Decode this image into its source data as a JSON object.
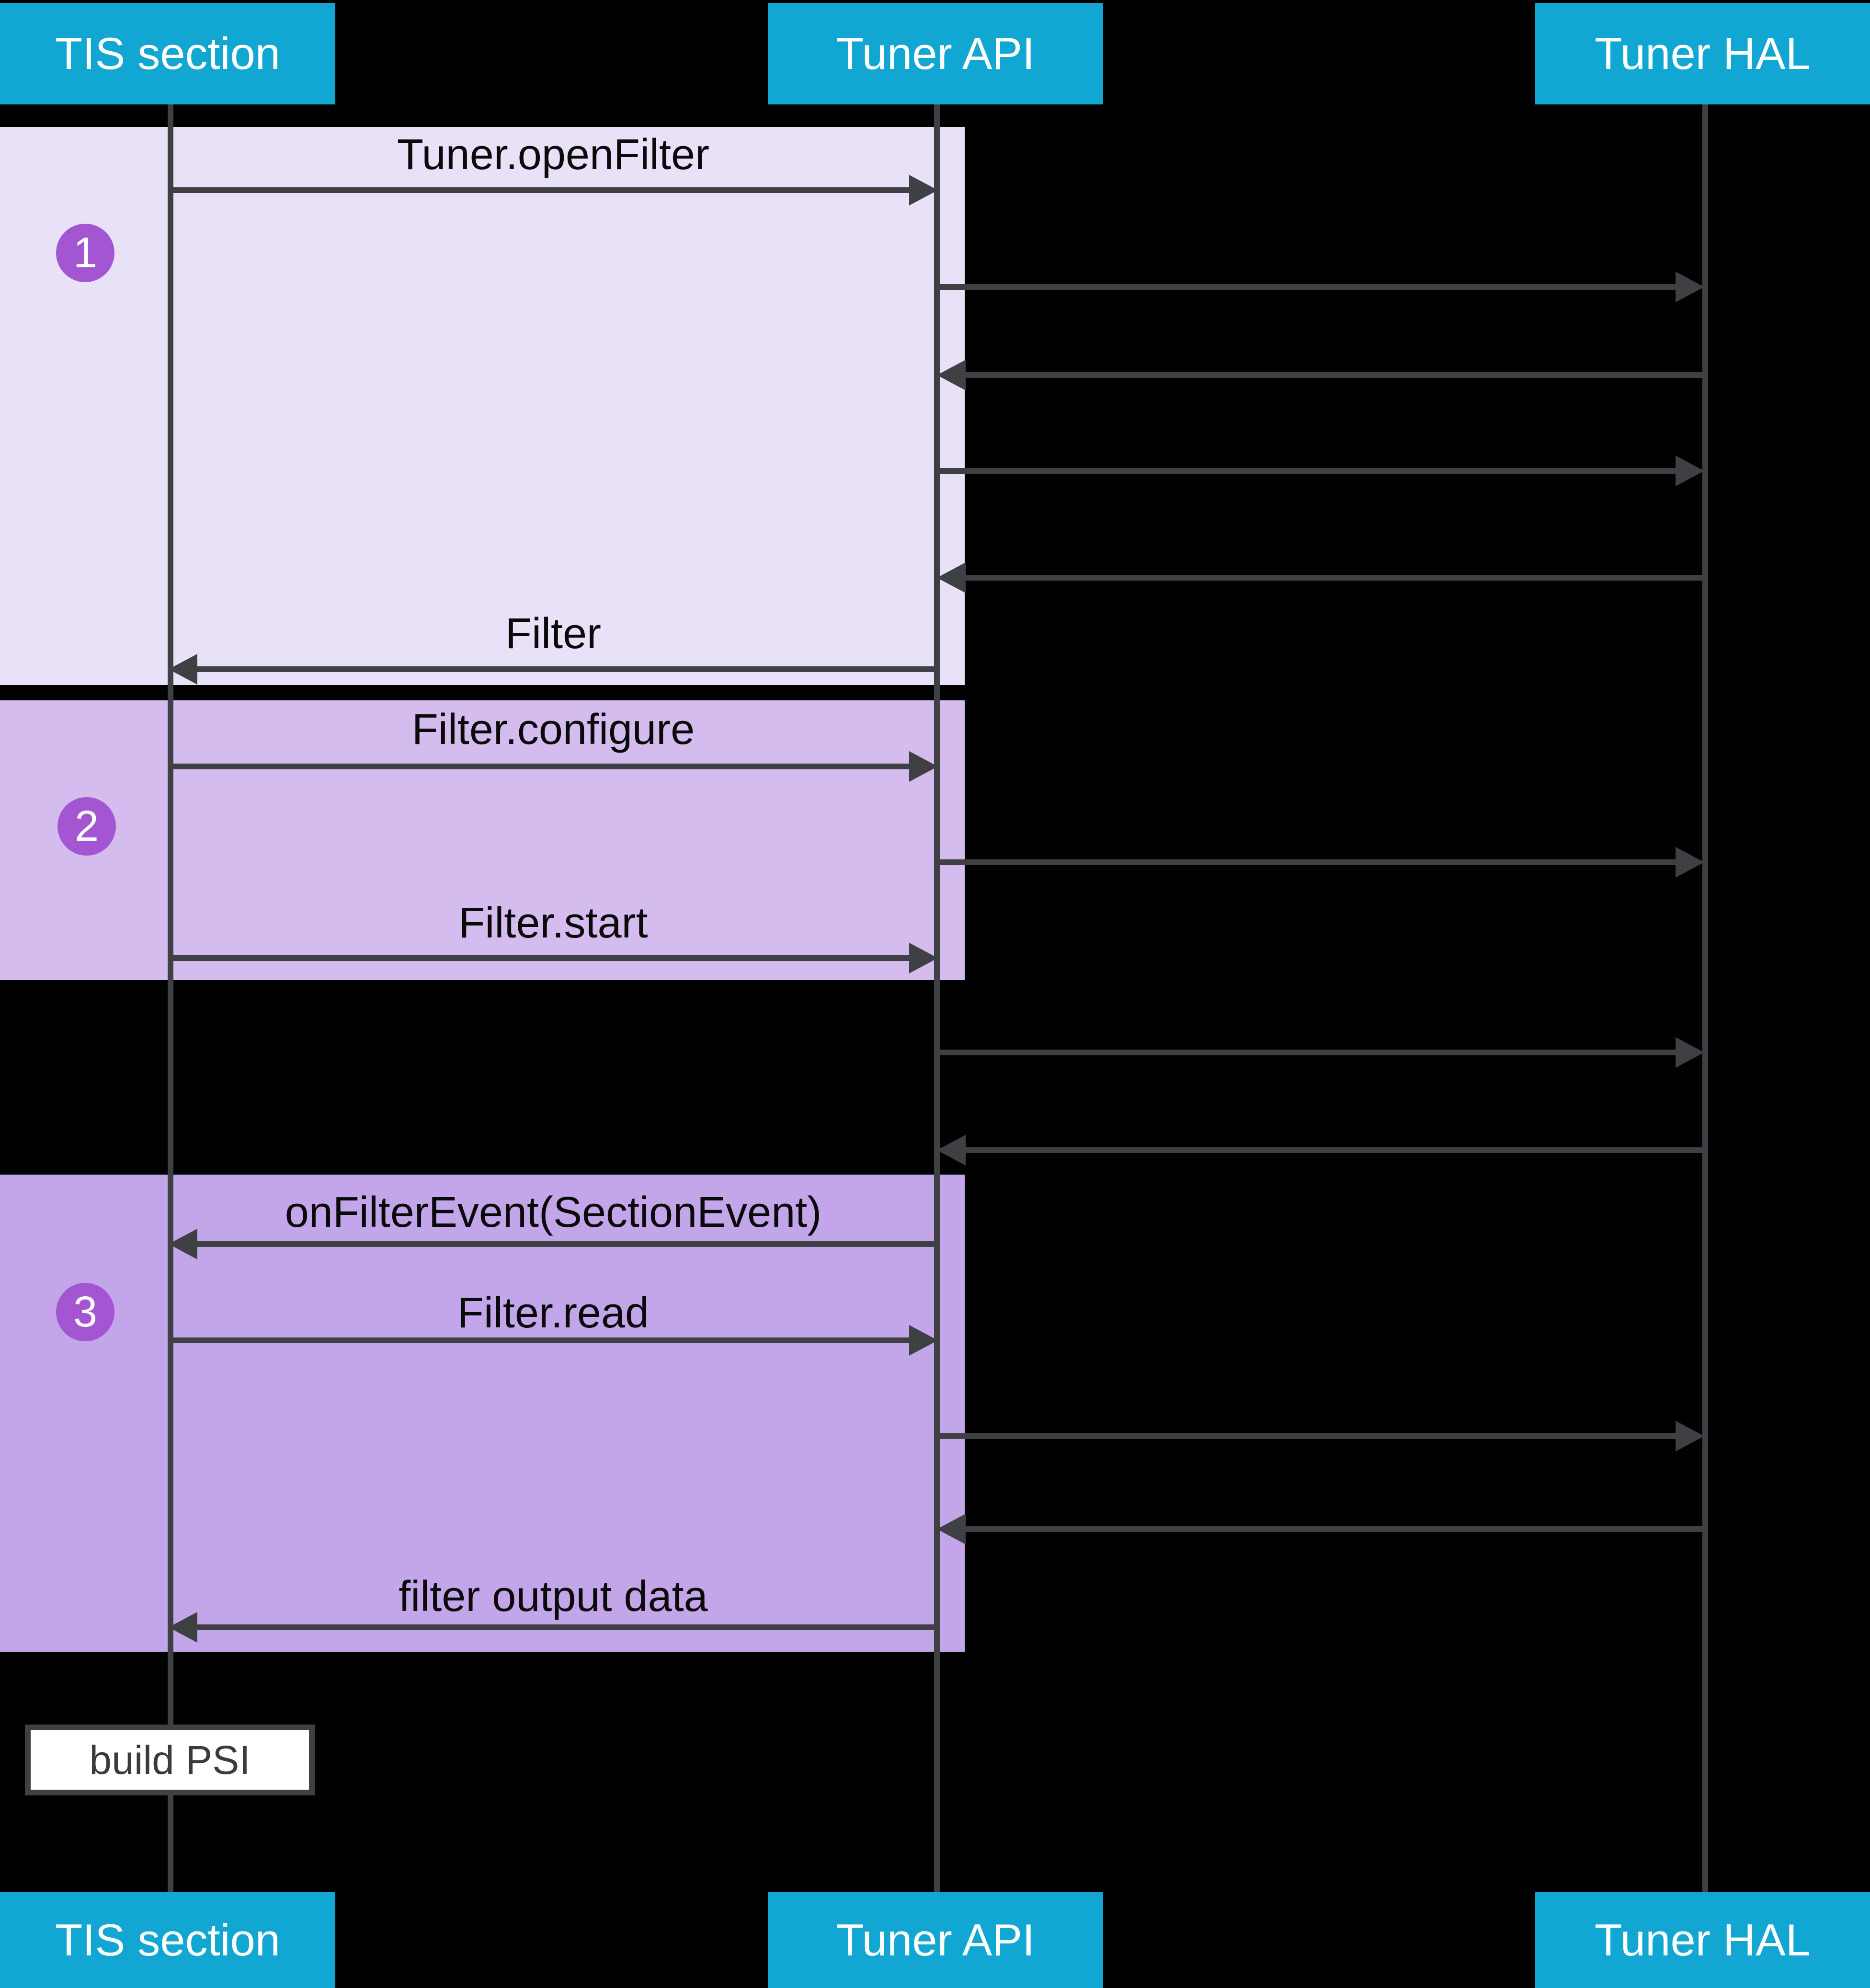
{
  "lifelines": {
    "tis": "TIS section",
    "api": "Tuner API",
    "hal": "Tuner HAL"
  },
  "steps": {
    "s1": "1",
    "s2": "2",
    "s3": "3"
  },
  "messages": {
    "tuner_open_filter": "Tuner.openFilter",
    "filter_return": "Filter",
    "filter_configure": "Filter.configure",
    "filter_start": "Filter.start",
    "on_filter_event": "onFilterEvent(SectionEvent)",
    "filter_read": "Filter.read",
    "filter_output_data": "filter output data"
  },
  "note": {
    "build_psi": "build PSI"
  },
  "colors": {
    "background": "#000000",
    "header": "#12a7d3",
    "header_text": "#ffffff",
    "section_1": "#e9e1f7",
    "section_2": "#d4bcef",
    "section_3": "#c2a6e9",
    "step_badge": "#a355d2",
    "arrow_line": "#3f4043",
    "label_text": "#0a0a0a"
  }
}
